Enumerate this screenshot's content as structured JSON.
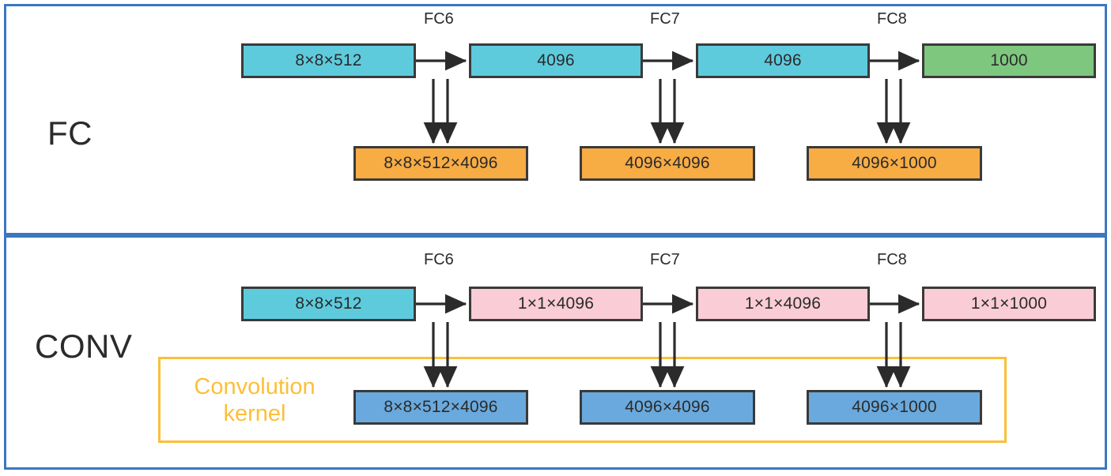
{
  "figure": {
    "type": "diagram",
    "description": "Comparison of fully-connected (FC) layers versus their convolutional (CONV) equivalents in a VGG-style network",
    "colors": {
      "panel_border": "#3b77c1",
      "node_border": "#3a3a3a",
      "cyan": "#5ecbdd",
      "green": "#7ec77f",
      "orange": "#f7ac44",
      "pink": "#f9ccd6",
      "blue": "#6aa9dd",
      "kernel_yellow": "#fcbf38",
      "text": "#2b2b2b"
    }
  },
  "panels": [
    {
      "id": "fc",
      "label": "FC",
      "stage_labels": [
        "FC6",
        "FC7",
        "FC8"
      ],
      "activations": [
        {
          "text": "8×8×512",
          "color": "cyan"
        },
        {
          "text": "4096",
          "color": "cyan"
        },
        {
          "text": "4096",
          "color": "cyan"
        },
        {
          "text": "1000",
          "color": "green"
        }
      ],
      "weights": [
        {
          "text": "8×8×512×4096",
          "color": "orange"
        },
        {
          "text": "4096×4096",
          "color": "orange"
        },
        {
          "text": "4096×1000",
          "color": "orange"
        }
      ]
    },
    {
      "id": "conv",
      "label": "CONV",
      "stage_labels": [
        "FC6",
        "FC7",
        "FC8"
      ],
      "activations": [
        {
          "text": "8×8×512",
          "color": "cyan"
        },
        {
          "text": "1×1×4096",
          "color": "pink"
        },
        {
          "text": "1×1×4096",
          "color": "pink"
        },
        {
          "text": "1×1×1000",
          "color": "pink"
        }
      ],
      "weights": [
        {
          "text": "8×8×512×4096",
          "color": "blue"
        },
        {
          "text": "4096×4096",
          "color": "blue"
        },
        {
          "text": "4096×1000",
          "color": "blue"
        }
      ],
      "group_caption": "Convolution\nkernel",
      "group_caption_line1": "Convolution",
      "group_caption_line2": "kernel"
    }
  ]
}
